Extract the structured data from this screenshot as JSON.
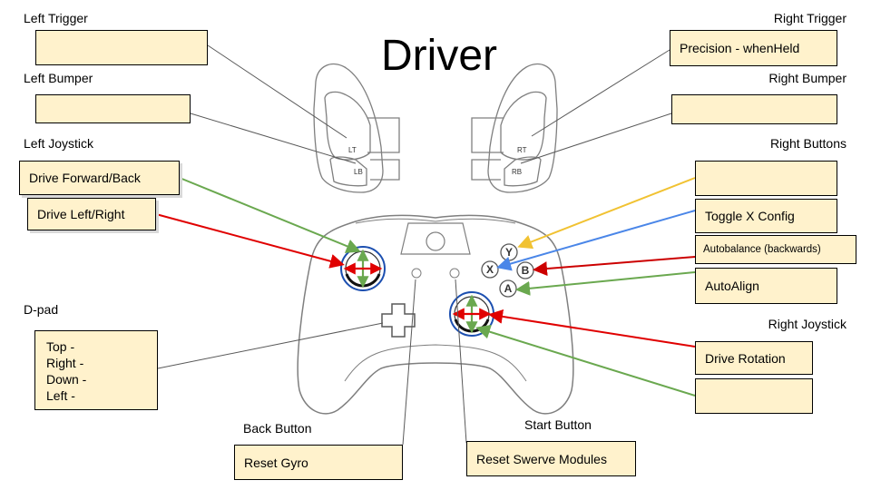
{
  "title": "Driver",
  "labels": {
    "left_trigger": "Left Trigger",
    "left_bumper": "Left Bumper",
    "left_joystick": "Left Joystick",
    "d_pad": "D-pad",
    "back_button": "Back Button",
    "start_button": "Start Button",
    "right_trigger": "Right Trigger",
    "right_bumper": "Right Bumper",
    "right_buttons": "Right Buttons",
    "right_joystick": "Right Joystick"
  },
  "boxes": {
    "left_trigger": "",
    "left_bumper": "",
    "left_joystick_y": "Drive Forward/Back",
    "left_joystick_x": "Drive Left/Right",
    "d_pad": "Top -\nRight -\nDown -\nLeft -",
    "back_button": "Reset Gyro",
    "start_button": "Reset Swerve Modules",
    "right_trigger": "Precision - whenHeld",
    "right_bumper": "",
    "button_y": "",
    "button_x": "Toggle X Config",
    "button_b": "Autobalance (backwards)",
    "button_a": "AutoAlign",
    "right_joystick_x": "Drive Rotation",
    "right_joystick_y": ""
  },
  "controller_text": {
    "lt": "LT",
    "lb": "LB",
    "rt": "RT",
    "rb": "RB",
    "y": "Y",
    "x": "X",
    "b": "B",
    "a": "A"
  },
  "colors": {
    "box_fill": "#fff2cc",
    "arrow_green": "#6aa84f",
    "arrow_red": "#e00000",
    "arrow_blue": "#4a86e8",
    "arrow_yellow": "#f1c232",
    "arrow_darkred": "#cc0000",
    "leader_gray": "#595959",
    "joystick_ring": "#1c4fb0"
  }
}
